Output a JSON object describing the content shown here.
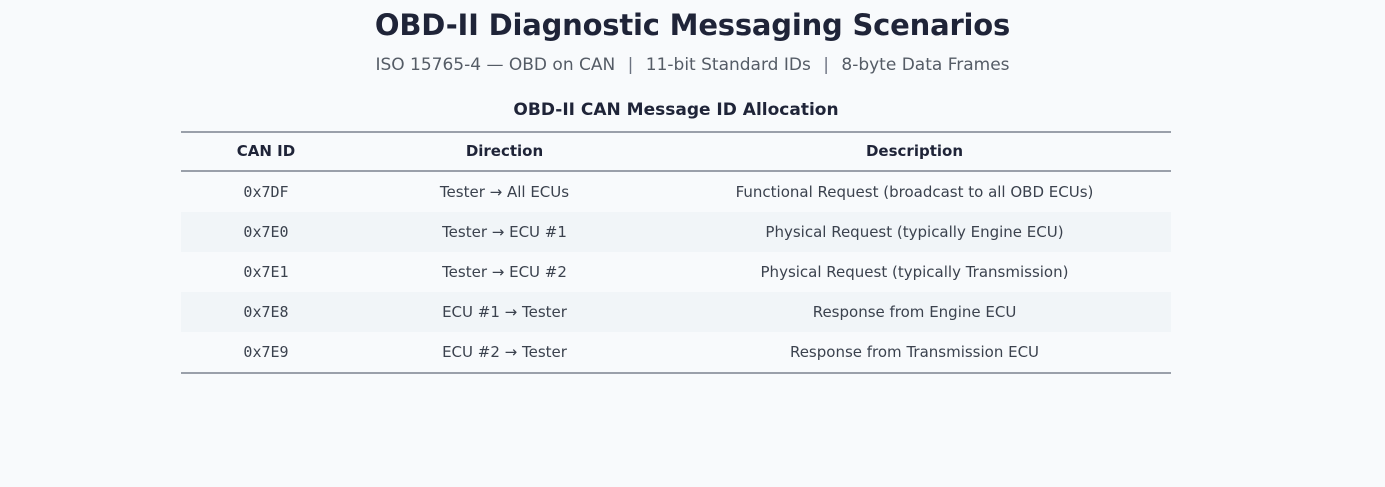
{
  "header": {
    "title": "OBD-II Diagnostic Messaging Scenarios",
    "subtitle_parts": [
      "ISO 15765-4 — OBD on CAN",
      "11-bit Standard IDs",
      "8-byte Data Frames"
    ],
    "subtitle_separator": "|"
  },
  "table": {
    "caption": "OBD-II CAN Message ID Allocation",
    "columns": [
      "CAN ID",
      "Direction",
      "Description"
    ],
    "rows": [
      {
        "can_id": "0x7DF",
        "direction": "Tester → All ECUs",
        "description": "Functional Request (broadcast to all OBD ECUs)"
      },
      {
        "can_id": "0x7E0",
        "direction": "Tester → ECU #1",
        "description": "Physical Request (typically Engine ECU)"
      },
      {
        "can_id": "0x7E1",
        "direction": "Tester → ECU #2",
        "description": "Physical Request (typically Transmission)"
      },
      {
        "can_id": "0x7E8",
        "direction": "ECU #1 → Tester",
        "description": "Response from Engine ECU"
      },
      {
        "can_id": "0x7E9",
        "direction": "ECU #2 → Tester",
        "description": "Response from Transmission ECU"
      }
    ]
  },
  "colors": {
    "page_background": "#f8fafc",
    "heading": "#1f2438",
    "body_text": "#3b424e",
    "subtitle_text": "#555c66",
    "rule": "#9aa0aa",
    "row_stripe": "#f1f5f8"
  }
}
